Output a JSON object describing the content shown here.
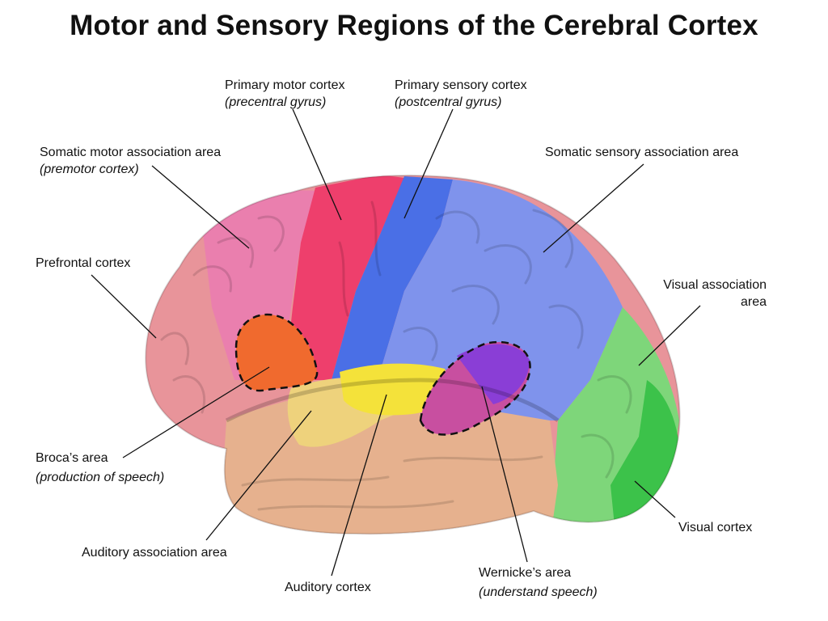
{
  "title": "Motor and Sensory Regions of the Cerebral Cortex",
  "labels": {
    "primary_motor": {
      "name": "Primary motor cortex",
      "sub": "(precentral gyrus)"
    },
    "primary_sensory": {
      "name": "Primary sensory cortex",
      "sub": "(postcentral gyrus)"
    },
    "somatic_motor_assoc": {
      "name": "Somatic motor association area",
      "sub": "(premotor cortex)"
    },
    "somatic_sensory_assoc": {
      "name": "Somatic sensory association area"
    },
    "prefrontal": {
      "name": "Prefrontal cortex"
    },
    "visual_assoc": {
      "line1": "Visual association",
      "line2": "area"
    },
    "broca": {
      "name": "Broca’s area",
      "sub": "(production of speech)"
    },
    "auditory_assoc": {
      "name": "Auditory association area"
    },
    "auditory_cortex": {
      "name": "Auditory cortex"
    },
    "wernicke": {
      "name": "Wernicke’s area",
      "sub": "(understand speech)"
    },
    "visual_cortex": {
      "name": "Visual cortex"
    }
  },
  "region_colors": {
    "prefrontal": "#e8949a",
    "premotor": "#ea7fae",
    "primary_motor": "#ee3f6c",
    "primary_sensory": "#4a6fe6",
    "sensory_assoc": "#7f93ec",
    "visual_assoc": "#7ed67a",
    "visual_cortex": "#3cc24a",
    "temporal": "#e6b18e",
    "auditory_cortex": "#f4e23a",
    "auditory_assoc": "#eed27c",
    "broca": "#f06a2e",
    "wernicke": "#8a3ed6"
  }
}
